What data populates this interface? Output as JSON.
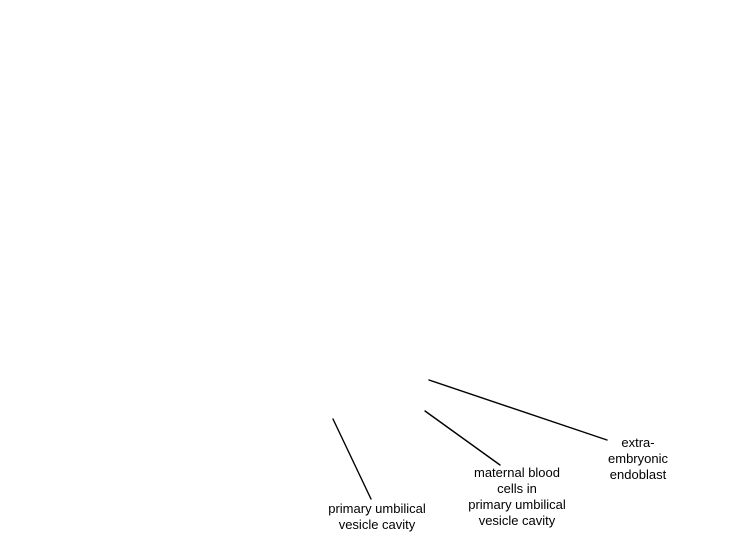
{
  "diagram": {
    "line_color": "#000000",
    "labels": {
      "primary_umbilical_vesicle_cavity": {
        "lines": [
          "primary umbilical",
          "vesicle cavity"
        ]
      },
      "maternal_blood_cells": {
        "lines": [
          "maternal blood",
          "cells in",
          "primary umbilical",
          "vesicle cavity"
        ]
      },
      "extraembryonic_endoblast": {
        "lines": [
          "extra-",
          "embryonic",
          "endoblast"
        ]
      }
    }
  }
}
